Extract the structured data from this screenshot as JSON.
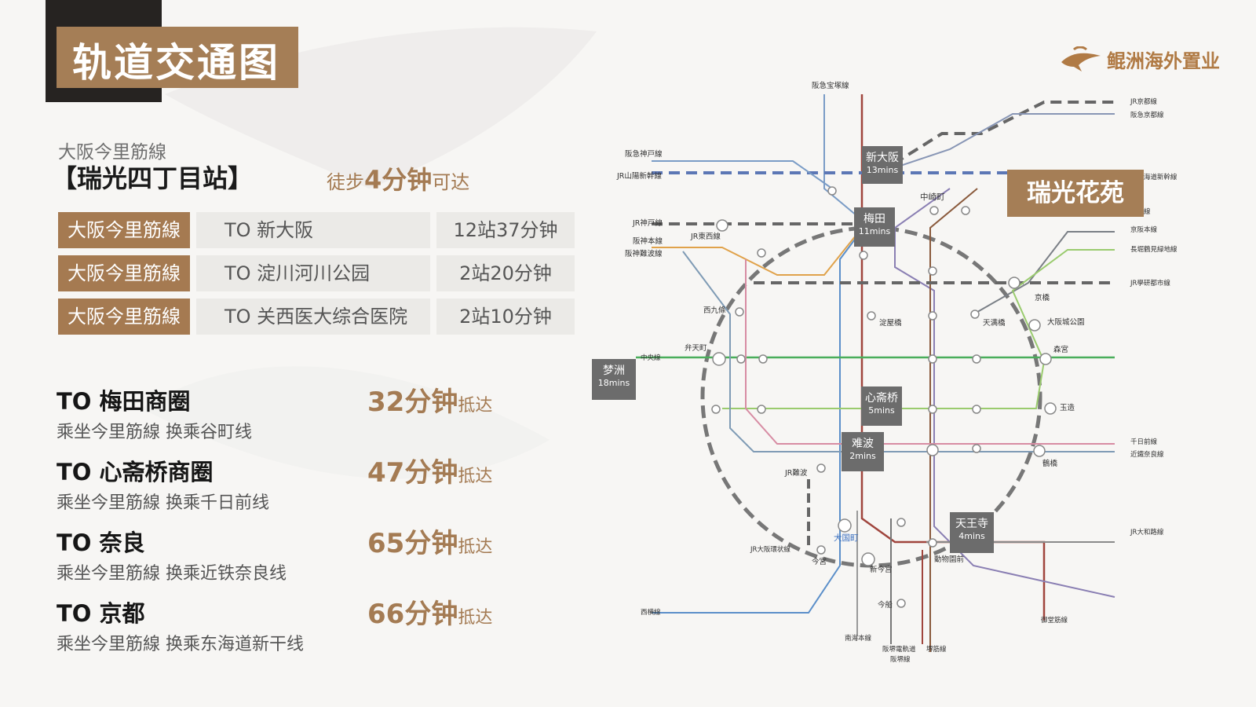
{
  "title": "轨道交通图",
  "logo_text": "鲲洲海外置业",
  "line": "大阪今里筋線",
  "station": "【瑞光四丁目站】",
  "walk": {
    "prefix": "徒步",
    "minutes": "4分钟",
    "suffix": "可达"
  },
  "table": [
    {
      "line": "大阪今里筋線",
      "dest": "TO 新大阪",
      "time": "12站37分钟"
    },
    {
      "line": "大阪今里筋線",
      "dest": "TO 淀川河川公园",
      "time": "2站20分钟"
    },
    {
      "line": "大阪今里筋線",
      "dest": "TO 关西医大综合医院",
      "time": "2站10分钟"
    }
  ],
  "routes": [
    {
      "to": "TO 梅田商圈",
      "sub": "乘坐今里筋線  换乘谷町线",
      "time": "32分钟",
      "suffix": "抵达"
    },
    {
      "to": "TO 心斋桥商圈",
      "sub": "乘坐今里筋線  换乘千日前线",
      "time": "47分钟",
      "suffix": "抵达"
    },
    {
      "to": "TO 奈良",
      "sub": "乘坐今里筋線  换乘近铁奈良线",
      "time": "65分钟",
      "suffix": "抵达"
    },
    {
      "to": "TO 京都",
      "sub": "乘坐今里筋線  换乘东海道新干线",
      "time": "66分钟",
      "suffix": "抵达"
    }
  ],
  "map": {
    "hubs": {
      "shinosaka": {
        "name": "新大阪",
        "mins": "13mins"
      },
      "umeda": {
        "name": "梅田",
        "mins": "11mins"
      },
      "yumeshima": {
        "name": "梦洲",
        "mins": "18mins"
      },
      "shinsaibashi": {
        "name": "心斋桥",
        "mins": "5mins"
      },
      "namba": {
        "name": "难波",
        "mins": "2mins"
      },
      "tennoji": {
        "name": "天王寺",
        "mins": "4mins"
      }
    },
    "highlight": "瑞光花苑",
    "labels": {
      "hankyu_takarazuka": "阪急宝塚線",
      "hankyu_kobe": "阪急神戸線",
      "jr_sanyo": "JR山陽新幹線",
      "jr_kobe": "JR神戸線",
      "hanshin": "阪神本線",
      "hanshin_namba": "阪神難波線",
      "jr_tozai": "JR東西線",
      "nakazakicho": "中崎町",
      "jr_kyoto": "JR京都線",
      "hankyu_kyoto": "阪急京都線",
      "jr_tokaido": "JR東海道新幹線",
      "tanimachi": "谷町線",
      "keihan": "京阪本線",
      "nagahori": "長堀鶴見緑地線",
      "jr_gakken": "JR學研都市線",
      "kyobashi": "京橋",
      "nishikujo": "西九條",
      "yodoyabashi": "淀屋橋",
      "temmabashi": "天满橋",
      "osakajokoen": "大阪城公園",
      "bentencho": "弁天町",
      "chuo": "中央線",
      "morinomiya": "森宮",
      "tamatsukuri": "玉造",
      "sennichimae": "千日前線",
      "kintetsu_nara": "近鐵奈良線",
      "tsuruhashi": "鶴橋",
      "jr_namba": "JR難波",
      "daikokucho": "大国町",
      "jr_loop": "JR大阪環状線",
      "imamiya": "今宮",
      "shin_imamiya": "新今宫",
      "dobutsuen": "動物園前",
      "jr_yamatoji": "JR大和路線",
      "imaike": "今船",
      "midosuji": "御堂筋線",
      "yotsubashi": "西横線",
      "nankai": "南海本線",
      "hankai_tram": "阪堺電軌道",
      "sakaisuji": "堺筋線",
      "hankai": "阪堺線"
    }
  }
}
